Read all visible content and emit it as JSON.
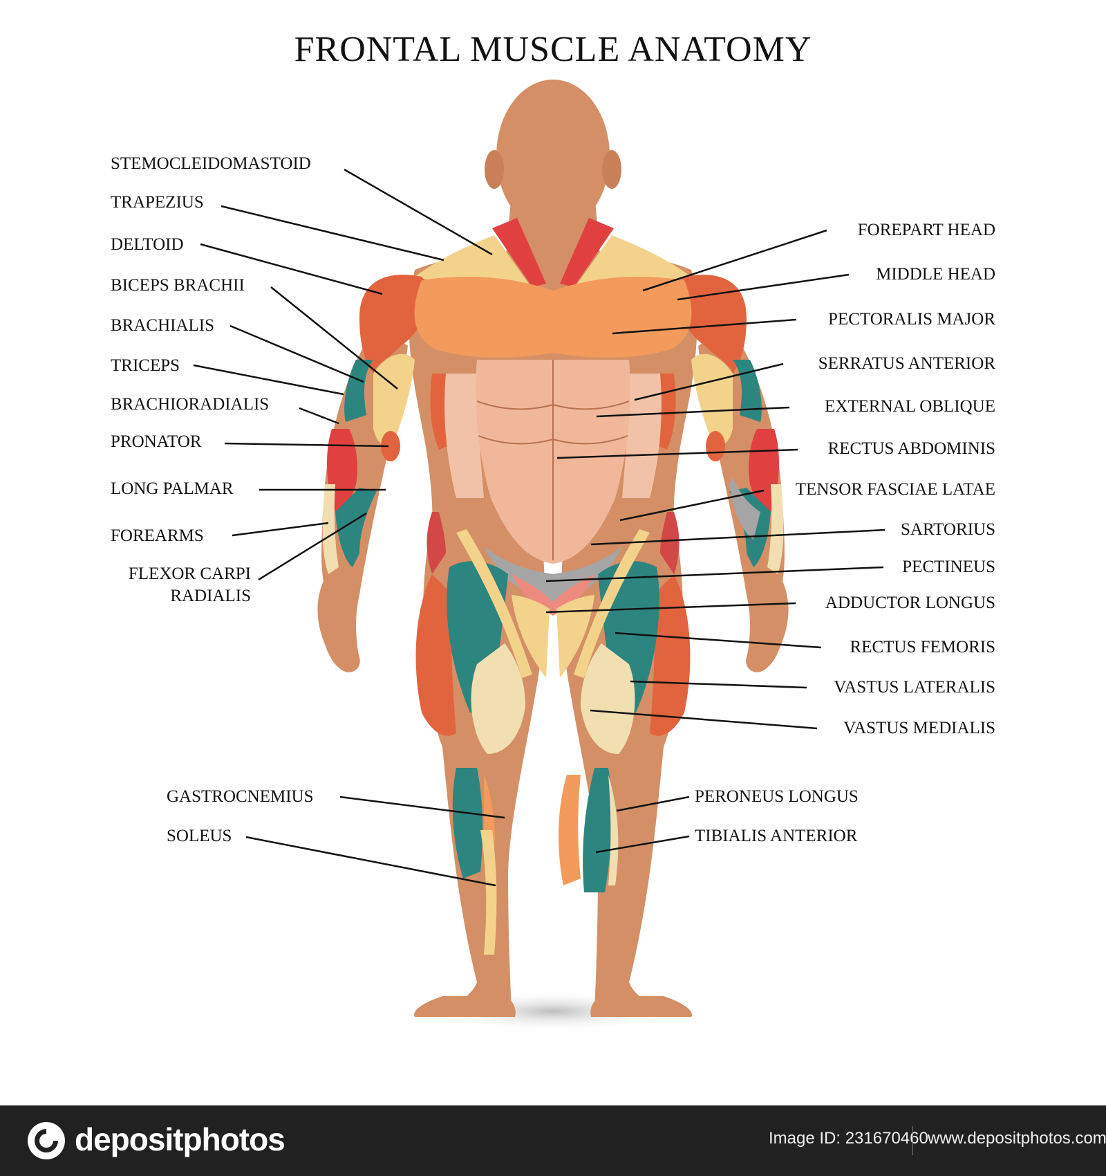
{
  "title": "FRONTAL MUSCLE ANATOMY",
  "colors": {
    "skin": "#d48f66",
    "skin_dark": "#b87150",
    "orange": "#f39b5c",
    "red": "#e0403f",
    "red_orange": "#e2643e",
    "teal": "#2d8580",
    "tan": "#f2dfb1",
    "yellow": "#f3d38c",
    "abs": "#f1b79a",
    "gray": "#a5a5a5",
    "pink": "#ec8a7f",
    "line": "#111111"
  },
  "left_labels": [
    {
      "text": "STEMOCLEIDOMASTOID"
    },
    {
      "text": "TRAPEZIUS"
    },
    {
      "text": "DELTOID"
    },
    {
      "text": "BICEPS BRACHII"
    },
    {
      "text": "BRACHIALIS"
    },
    {
      "text": "TRICEPS"
    },
    {
      "text": "BRACHIORADIALIS"
    },
    {
      "text": "PRONATOR"
    },
    {
      "text": "LONG PALMAR"
    },
    {
      "text": "FOREARMS"
    },
    {
      "text": "FLEXOR CARPI"
    },
    {
      "text": "RADIALIS"
    },
    {
      "text": "GASTROCNEMIUS"
    },
    {
      "text": "SOLEUS"
    }
  ],
  "right_labels": [
    {
      "text": "FOREPART HEAD"
    },
    {
      "text": "MIDDLE HEAD"
    },
    {
      "text": "PECTORALIS MAJOR"
    },
    {
      "text": "SERRATUS ANTERIOR"
    },
    {
      "text": "EXTERNAL OBLIQUE"
    },
    {
      "text": "RECTUS ABDOMINIS"
    },
    {
      "text": "TENSOR FASCIAE LATAE"
    },
    {
      "text": "SARTORIUS"
    },
    {
      "text": "PECTINEUS"
    },
    {
      "text": "ADDUCTOR LONGUS"
    },
    {
      "text": "RECTUS FEMORIS"
    },
    {
      "text": "VASTUS LATERALIS"
    },
    {
      "text": "VASTUS MEDIALIS"
    },
    {
      "text": "PERONEUS LONGUS"
    },
    {
      "text": "TIBIALIS ANTERIOR"
    }
  ],
  "footer": {
    "brand": "depositphotos",
    "image_id": "Image ID: 231670460",
    "site": "www.depositphotos.com"
  }
}
